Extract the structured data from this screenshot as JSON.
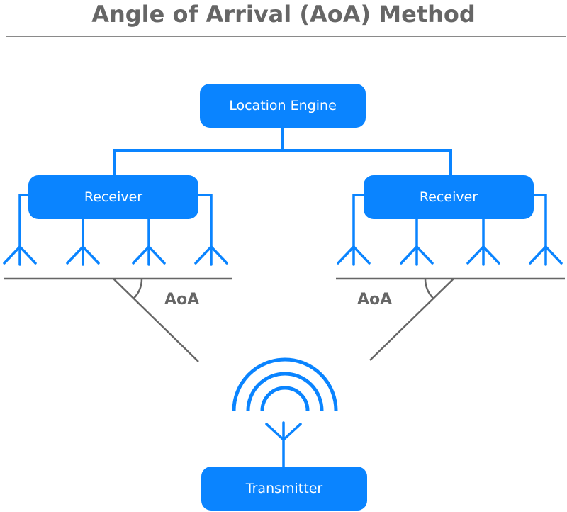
{
  "title": "Angle of Arrival (AoA) Method",
  "nodes": {
    "location_engine": "Location Engine",
    "receiver_left": "Receiver",
    "receiver_right": "Receiver",
    "transmitter": "Transmitter"
  },
  "angle_labels": {
    "left": "AoA",
    "right": "AoA"
  },
  "colors": {
    "accent": "#0a84ff",
    "text_gray": "#666666",
    "line_gray": "#666666"
  }
}
